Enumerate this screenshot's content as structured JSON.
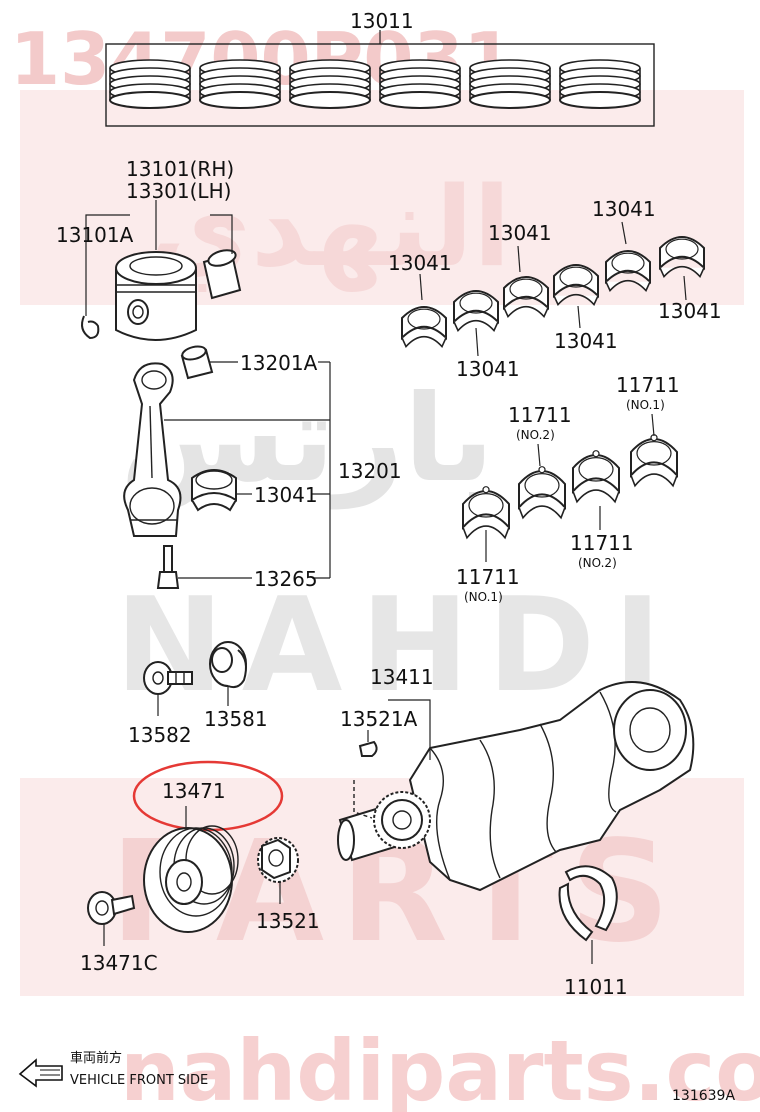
{
  "watermark": {
    "top_code": "134700P031",
    "arabic_1": "النهدي",
    "arabic_2": "بارتس",
    "brand_1": "NAHDI",
    "brand_2": "PARTS",
    "site": "nahdiparts.com",
    "color": "#e9a0a0"
  },
  "labels": {
    "p13011": "13011",
    "p13101": "13101(RH)",
    "p13301": "13301(LH)",
    "p13101A": "13101A",
    "p13041_a": "13041",
    "p13041_b": "13041",
    "p13041_c": "13041",
    "p13041_d": "13041",
    "p13041_e": "13041",
    "p13041_f": "13041",
    "p13041_g": "13041",
    "p13201A": "13201A",
    "p13201": "13201",
    "p13265": "13265",
    "p11711_a": "11711",
    "p11711_a_note": "(NO.1)",
    "p11711_b": "11711",
    "p11711_b_note": "(NO.2)",
    "p11711_c": "11711",
    "p11711_c_note": "(NO.2)",
    "p11711_d": "11711",
    "p11711_d_note": "(NO.1)",
    "p13582": "13582",
    "p13581": "13581",
    "p13411": "13411",
    "p13521A": "13521A",
    "p13471": "13471",
    "p13521": "13521",
    "p13471C": "13471C",
    "p11011": "11011"
  },
  "legend": {
    "japanese": "車両前方",
    "english": "VEHICLE FRONT SIDE"
  },
  "figure_code": "131639A",
  "highlight_color": "#e53935"
}
